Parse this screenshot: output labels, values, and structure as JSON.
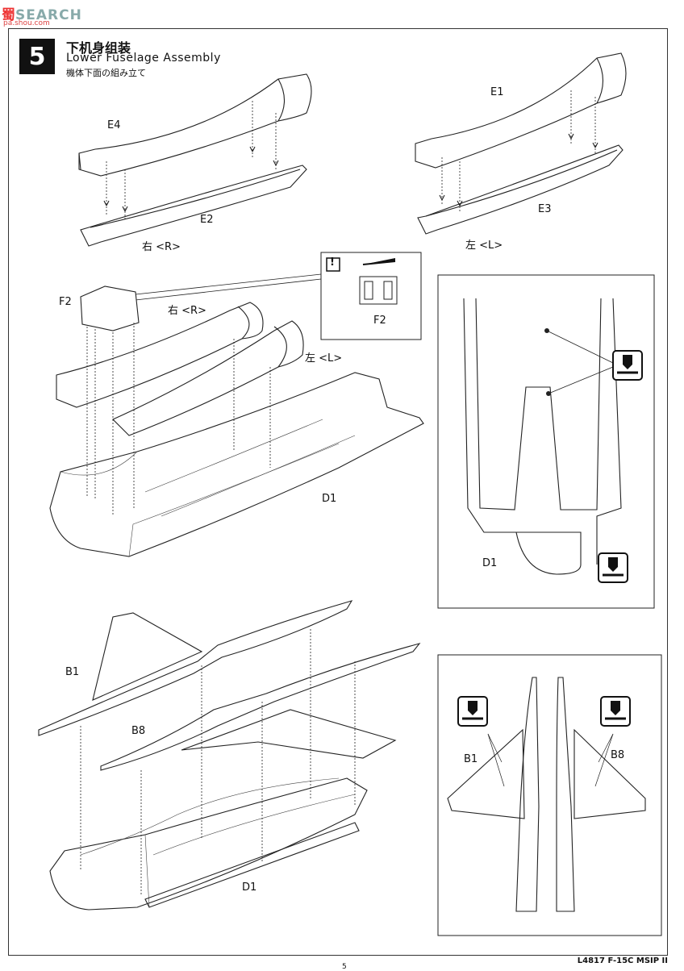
{
  "watermark": {
    "cn": "蜀",
    "en": "SEARCH",
    "url": "pa.shou.com"
  },
  "step": {
    "number": "5",
    "title_cn": "下机身组装",
    "title_en": "Lower Fuselage Assembly",
    "title_jp": "機体下面の組み立て"
  },
  "labels": {
    "e4": "E4",
    "e2": "E2",
    "right_top": "右 <R>",
    "e1": "E1",
    "e3": "E3",
    "left_top": "左 <L>",
    "f2": "F2",
    "right_mid": "右 <R>",
    "left_mid": "左 <L>",
    "d1_mid": "D1",
    "f2_detail": "F2",
    "d1_detail": "D1",
    "b1": "B1",
    "b8": "B8",
    "d1_bottom": "D1",
    "b1_detail": "B1",
    "b8_detail": "B8"
  },
  "notice_icon": "!",
  "icons": [
    "drill-hole-icon",
    "notice-icon",
    "direction-arrow-icon"
  ],
  "footer": {
    "code": "L4817 F-15C MSIP II",
    "page": "5"
  }
}
